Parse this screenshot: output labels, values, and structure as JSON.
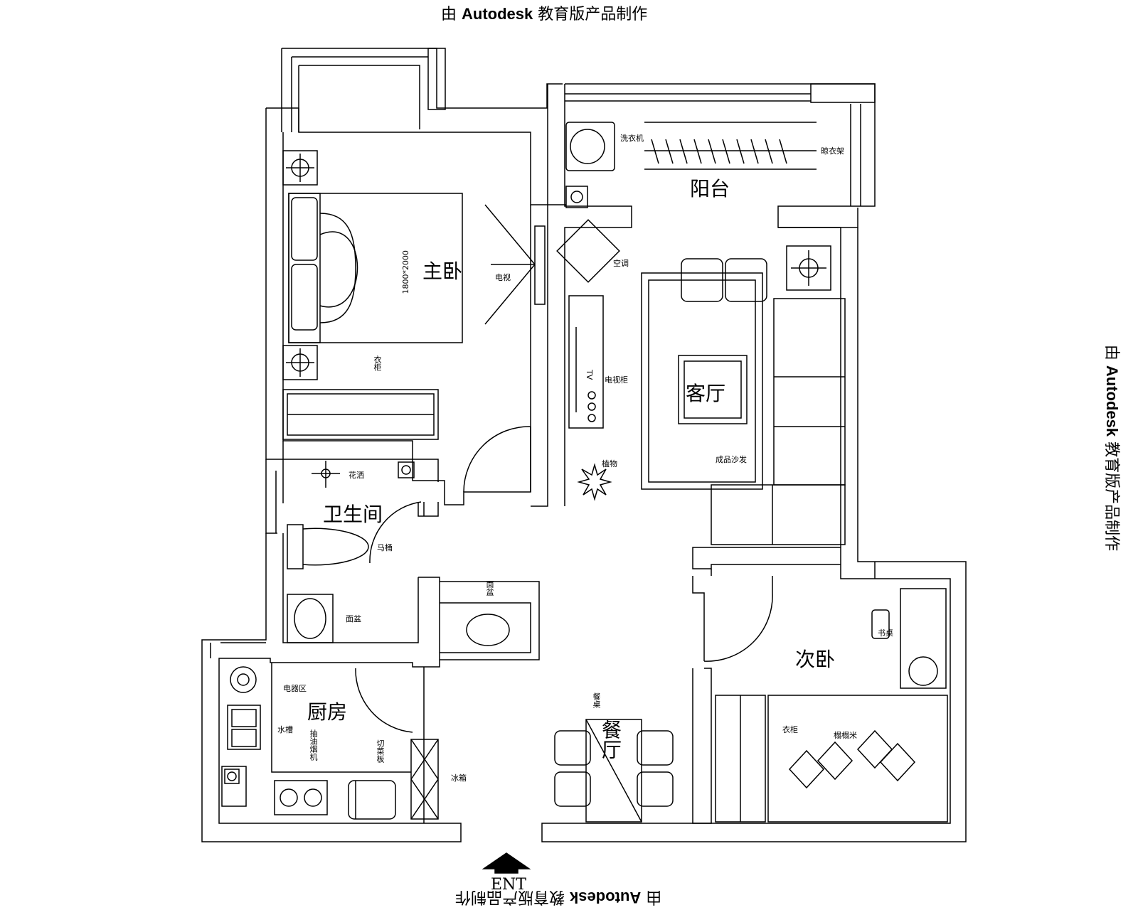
{
  "watermark": {
    "prefix": "由",
    "brand": "Autodesk",
    "suffix": "教育版产品制作"
  },
  "rooms": {
    "master_bedroom": "主卧",
    "balcony": "阳台",
    "living_room": "客厅",
    "bathroom": "卫生间",
    "second_bedroom": "次卧",
    "kitchen": "厨房",
    "dining": "餐厅"
  },
  "labels": {
    "bed_size": "1800*2000",
    "tv_bedroom": "电视",
    "wardrobe_master": "衣柜",
    "washer": "洗衣机",
    "drying_rack": "晾衣架",
    "air_conditioner": "空调",
    "tv": "TV",
    "tv_cabinet": "电视柜",
    "sofa": "成品沙发",
    "plant": "植物",
    "shower": "花洒",
    "toilet": "马桶",
    "washbasin_bath": "面盆",
    "washbasin_hall": "面盆",
    "desk": "书桌",
    "wardrobe_second": "衣柜",
    "tatami": "榻榻米",
    "appliance": "电器区",
    "sink": "水槽",
    "range_hood": "抽油烟机",
    "cutting_board": "切菜板",
    "fridge": "冰箱",
    "dining_table": "餐桌",
    "entrance": "ENT"
  }
}
